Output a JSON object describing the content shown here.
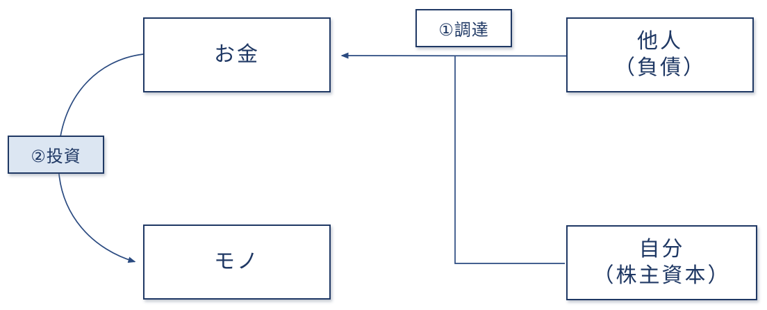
{
  "diagram": {
    "boxes": {
      "money": {
        "label": "お金"
      },
      "goods": {
        "label": "モノ"
      },
      "others": {
        "line1": "他人",
        "line2": "（負債）"
      },
      "self": {
        "line1": "自分",
        "line2": "（株主資本）"
      }
    },
    "labels": {
      "procurement": {
        "text": "①調達"
      },
      "investment": {
        "text": "②投資"
      }
    },
    "arrows": {
      "procurement_flow": "others-and-self to money",
      "investment_flow": "money to goods"
    },
    "colors": {
      "ink": "#1F3864",
      "border": "#1F3864",
      "connector": "#2A4A80",
      "label_fill": "#DCE6F2",
      "box_fill": "#FFFFFF",
      "canvas_bg": "#FFFFFF"
    }
  }
}
